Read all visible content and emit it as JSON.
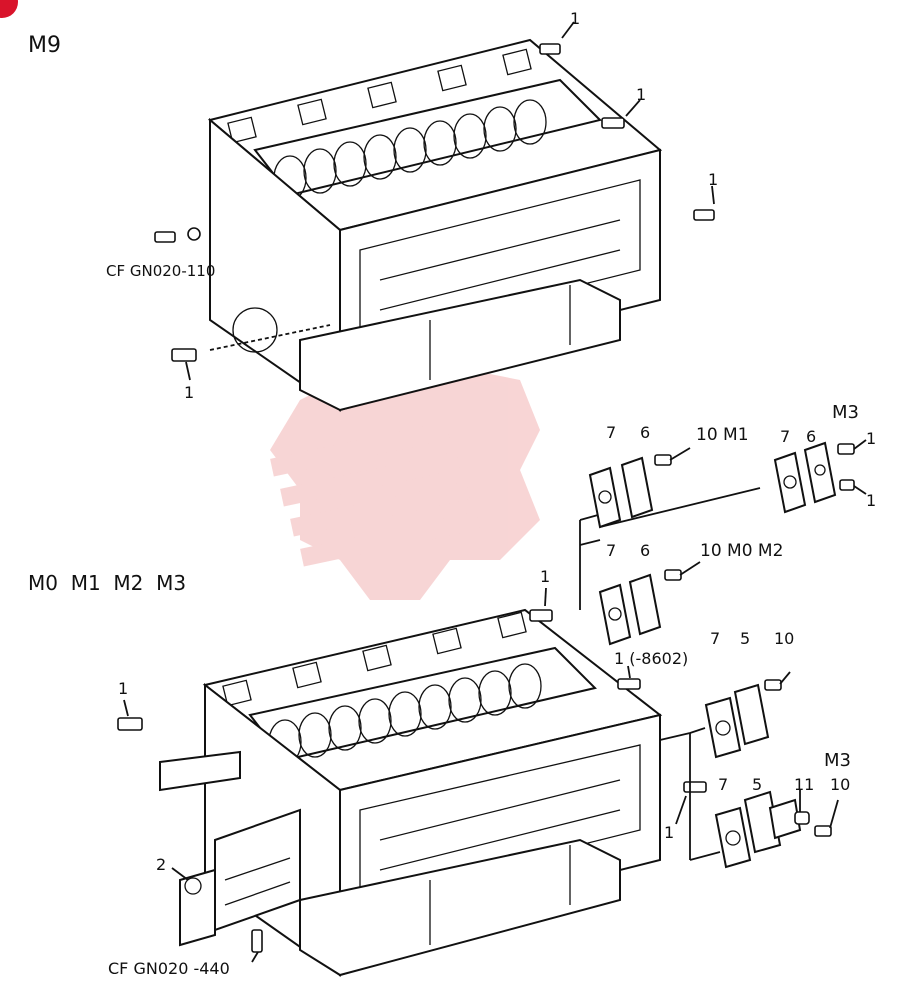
{
  "colors": {
    "ink": "#111111",
    "watermark": "#f2b3b3",
    "corner_mark": "#d9142b"
  },
  "sections": {
    "upper": "M9",
    "lower": "M0  M1  M2  M3"
  },
  "callouts": {
    "u_top_bolt": "1",
    "u_mid_bolt": "1",
    "u_right_bolt": "1",
    "u_left_bolt": "1",
    "u_left_ref": "CF GN020-110",
    "m1_gasket": "7",
    "m1_plate": "6",
    "m1_screw": "10 M1",
    "m3_title_a": "M3",
    "m3_gasket": "7",
    "m3_plate": "6",
    "m3_screw_a": "1",
    "m3_screw_b": "1",
    "m0m2_gasket": "7",
    "m0m2_plate": "6",
    "m0m2_screw": "10 M0 M2",
    "l_top_bolt": "1",
    "l_upper_bolt": "1 (-8602)",
    "l_left_bolt": "1",
    "l_mid_bolt": "1",
    "l_gasket_a": "7",
    "l_cover_a": "5",
    "l_screw_a": "10",
    "m3_title_b": "M3",
    "l_gasket_b": "7",
    "l_cover_b": "5",
    "l_plug": "11",
    "l_screw_b": "10",
    "l_bracket": "2",
    "l_bottom_ref": "CF GN020 -440"
  },
  "icons": [
    "bolt-icon",
    "gasket-icon",
    "cover-plate-icon",
    "engine-block-icon",
    "watermark-gear-icon"
  ]
}
